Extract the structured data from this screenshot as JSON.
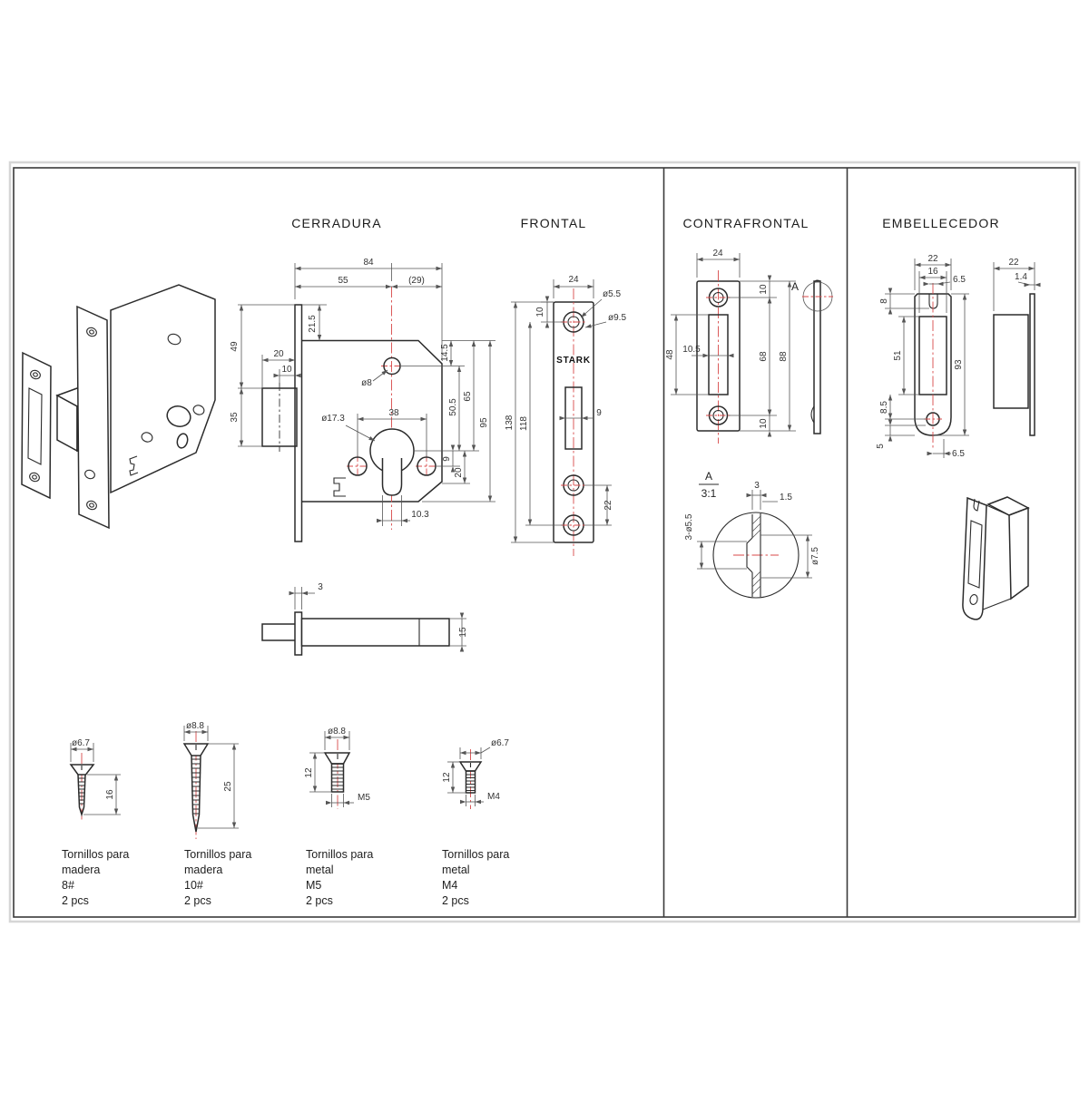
{
  "colors": {
    "background": "#ffffff",
    "line": "#2b2b2b",
    "dimension": "#555555",
    "centerline": "#d84a4a",
    "border": "#3a3a3a"
  },
  "cerradura": {
    "title": "CERRADURA",
    "dims": {
      "total_width": "84",
      "backset": "55",
      "remainder": "(29)",
      "plate_top_offset": "21.5",
      "upper_height": "49",
      "bolt_height": "35",
      "bolt_width": "20",
      "bolt_center": "10",
      "top_hole_dia": "ø8",
      "cyl_dia": "ø17.3",
      "holes_span": "38",
      "edge_to_hole": "14.5",
      "hole_to_cyl": "50.5",
      "edge_to_cyl": "65",
      "body_height": "95",
      "cyl_to_holes": "9",
      "holes_to_bottom": "20",
      "cyl_width": "10.3"
    },
    "side_dims": {
      "plate_thickness": "3",
      "body_thickness": "15"
    }
  },
  "frontal": {
    "title": "FRONTAL",
    "brand": "STARK",
    "dims": {
      "width": "24",
      "screw_hole_dia": "ø5.5",
      "countersink_dia": "ø9.5",
      "top_to_hole": "10",
      "total_height": "138",
      "holes_span": "118",
      "slot_width": "9",
      "bottom_holes_span": "22"
    }
  },
  "contrafrontal": {
    "title": "CONTRAFRONTAL",
    "view_label": "A",
    "dims": {
      "width": "24",
      "top_to_hole": "10",
      "holes_span": "68",
      "total_height": "88",
      "hole_to_bottom": "10",
      "slot_width": "10.5",
      "slot_height": "48"
    }
  },
  "detail_a": {
    "label": "A",
    "scale": "3:1",
    "dims": {
      "thickness": "3",
      "lip": "1.5",
      "holes": "3-ø5.5",
      "countersink": "ø7.5"
    }
  },
  "embellecedor": {
    "title": "EMBELLECEDOR",
    "front_dims": {
      "width": "22",
      "slot_width": "16",
      "notch_width": "6.5",
      "notch_depth": "8",
      "slot_height": "51",
      "slot_to_hole": "8.5",
      "hole_to_bottom": "5",
      "total_height": "93",
      "hole_offset": "6.5"
    },
    "side_dims": {
      "depth": "22",
      "plate_thickness": "1.4"
    }
  },
  "screws": [
    {
      "head_dia": "ø6.7",
      "length": "16",
      "label_lines": [
        "Tornillos para",
        "madera",
        "8#",
        "2 pcs"
      ]
    },
    {
      "head_dia": "ø8.8",
      "length": "25",
      "label_lines": [
        "Tornillos para",
        "madera",
        "10#",
        "2 pcs"
      ]
    },
    {
      "head_dia": "ø8.8",
      "length": "12",
      "thread": "M5",
      "label_lines": [
        "Tornillos para",
        "metal",
        "M5",
        "2 pcs"
      ]
    },
    {
      "head_dia": "ø6.7",
      "length": "12",
      "thread": "M4",
      "label_lines": [
        "Tornillos para",
        "metal",
        "M4",
        "2 pcs"
      ]
    }
  ]
}
